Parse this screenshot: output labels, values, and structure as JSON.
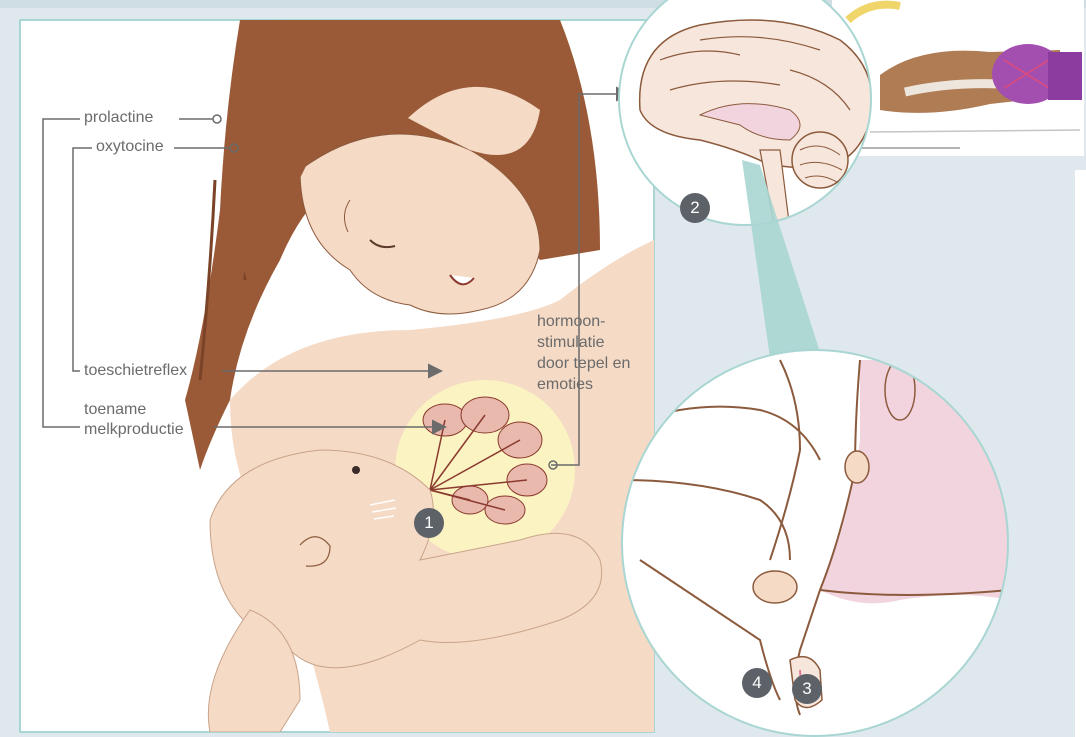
{
  "labels": {
    "prolactine": "prolactine",
    "oxytocine": "oxytocine",
    "toeschietreflex": "toeschietreflex",
    "toename_1": "toename",
    "toename_2": "melkproductie",
    "hormoon_1": "hormoon-",
    "hormoon_2": "stimulatie",
    "hormoon_3": "door tepel en",
    "hormoon_4": "emoties"
  },
  "badges": {
    "b1": "1",
    "b2": "2",
    "b3": "3",
    "b4": "4"
  },
  "colors": {
    "background": "#dfe8ec",
    "frame": "#a9d6d2",
    "skin": "#f5dac6",
    "skin_shadow": "#e9c2a8",
    "hair": "#9a5a37",
    "hair_dark": "#7a4327",
    "breast_area": "#fbf3c2",
    "lobes": "#eab9ae",
    "ducts": "#8a3a2e",
    "outline": "#8c5a3c",
    "pituitary": "#f2d4de",
    "line_gray": "#6b6b6b",
    "badge": "#5d6168"
  },
  "icons": [
    "brain-icon",
    "pituitary-detail-icon",
    "mother-icon",
    "baby-icon",
    "mammary-gland-icon",
    "arrow-icon"
  ]
}
